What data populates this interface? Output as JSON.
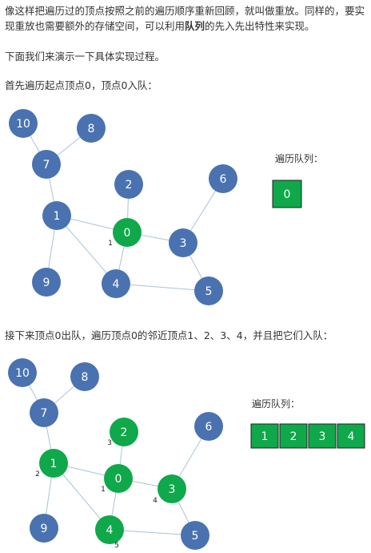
{
  "intro": {
    "part1": "像这样把遍历过的顶点按照之前的遍历顺序重新回顾，就叫做重放。同样的，要实现重放也需要额外的存储空间，可以利用",
    "bold": "队列",
    "part2": "的先入先出特性来实现。"
  },
  "demo_intro": "下面我们来演示一下具体实现过程。",
  "step1": {
    "caption": "首先遍历起点顶点0，顶点0入队：",
    "queue_label": "遍历队列：",
    "queue": [
      "0"
    ],
    "order_labels": [
      {
        "node": "0",
        "text": "1"
      }
    ],
    "visited": [
      "0"
    ]
  },
  "step2": {
    "caption": "接下来顶点0出队，遍历顶点0的邻近顶点1、2、3、4，并且把它们入队：",
    "queue_label": "遍历队列：",
    "queue": [
      "1",
      "2",
      "3",
      "4"
    ],
    "order_labels": [
      {
        "node": "0",
        "text": "1"
      },
      {
        "node": "1",
        "text": "2"
      },
      {
        "node": "2",
        "text": "3"
      },
      {
        "node": "3",
        "text": "4"
      },
      {
        "node": "4",
        "text": "5"
      }
    ],
    "visited": [
      "0",
      "1",
      "2",
      "3",
      "4"
    ]
  },
  "graph": {
    "nodes": [
      "10",
      "8",
      "7",
      "2",
      "6",
      "1",
      "0",
      "3",
      "9",
      "4",
      "5"
    ],
    "edges": [
      [
        "10",
        "7"
      ],
      [
        "8",
        "7"
      ],
      [
        "7",
        "1"
      ],
      [
        "1",
        "0"
      ],
      [
        "1",
        "9"
      ],
      [
        "1",
        "4"
      ],
      [
        "2",
        "0"
      ],
      [
        "0",
        "3"
      ],
      [
        "0",
        "4"
      ],
      [
        "6",
        "3"
      ],
      [
        "3",
        "5"
      ],
      [
        "4",
        "5"
      ]
    ]
  },
  "colors": {
    "unvisited": "#4a72b0",
    "visited": "#0fa84a",
    "edge": "#a9c4d6",
    "queue_border": "#222222"
  }
}
